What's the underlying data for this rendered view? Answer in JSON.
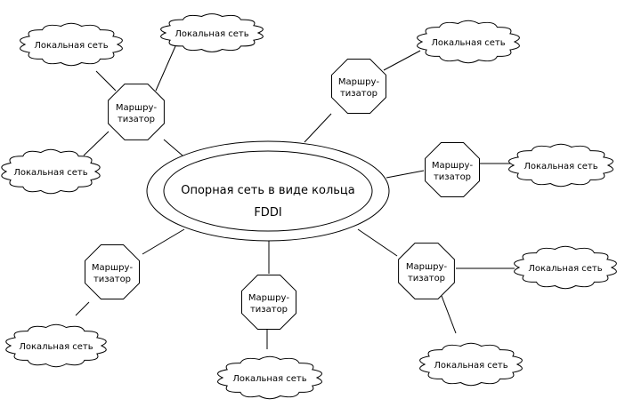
{
  "colors": {
    "stroke": "#000000",
    "fill": "#ffffff"
  },
  "backbone": {
    "line1": "Опорная сеть в виде кольца",
    "line2": "FDDI"
  },
  "router_label_top": "Маршру-",
  "router_label_bottom": "тизатор",
  "lan_label": "Локальная сеть",
  "routers": [
    {
      "id": "top-left"
    },
    {
      "id": "top-right"
    },
    {
      "id": "right"
    },
    {
      "id": "bottom-right"
    },
    {
      "id": "bottom-center"
    },
    {
      "id": "bottom-left"
    }
  ]
}
